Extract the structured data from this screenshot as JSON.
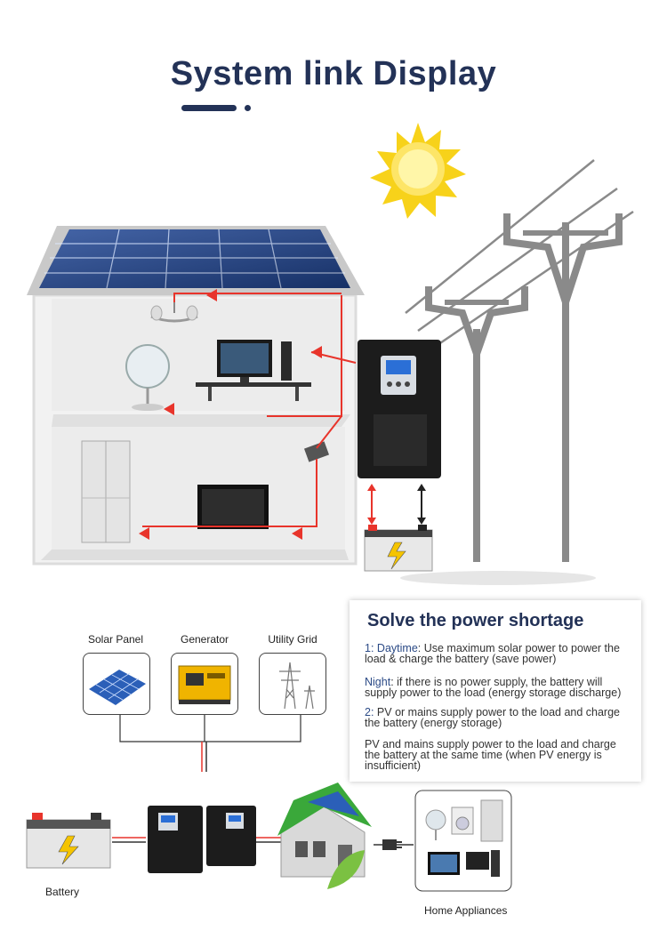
{
  "title": "System link Display",
  "card": {
    "heading": "Solve the power shortage",
    "items": [
      {
        "prefix": "1:",
        "key": "Daytime",
        "text": ": Use maximum solar power to power the load & charge the battery (save power)"
      },
      {
        "prefix": "",
        "key": "Night",
        "text": ": if there is no power supply, the battery will supply power to the load (energy storage discharge)"
      },
      {
        "prefix": "2:",
        "key": "",
        "text": "PV or mains supply power to the load and charge the battery (energy storage)"
      },
      {
        "prefix": "",
        "key": "",
        "text": "PV and mains supply power to the load and charge the battery at the same time (when PV energy is insufficient)"
      }
    ]
  },
  "sources": [
    "Solar Panel",
    "Generator",
    "Utility Grid"
  ],
  "labels": {
    "battery": "Battery",
    "appliances": "Home Appliances"
  },
  "colors": {
    "title": "#233257",
    "flow_arrow": "#e8342b",
    "inverter": "#1c1c1c",
    "pole": "#8a8a8a",
    "sun": "#f7d21a"
  },
  "icons": [
    "sun-icon",
    "solar-panel-icon",
    "generator-icon",
    "pylon-icon",
    "battery-icon",
    "inverter-icon",
    "house-icon",
    "plug-icon",
    "appliance-icon"
  ]
}
